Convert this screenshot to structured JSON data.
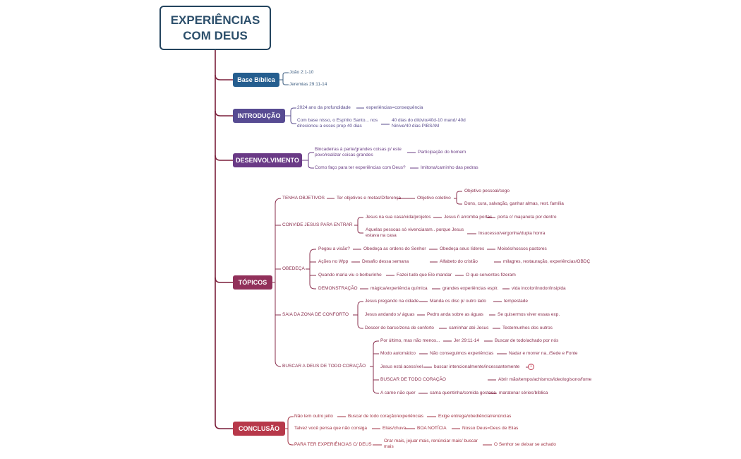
{
  "root": {
    "line1": "EXPERIÊNCIAS",
    "line2": "COM DEUS"
  },
  "branches": {
    "base": {
      "label": "Base Bíblica",
      "color": "#255e8f",
      "items": [
        "João 2:1-10",
        "Jeremias 29:11-14"
      ]
    },
    "intro": {
      "label": "INTRODUÇÃO",
      "color": "#574b92",
      "items": [
        "2024 ano da profundidade",
        "experiências=consequência",
        "Com base nisso, o Espírito Santo... nos",
        "direcionou a esses prop 40 dias",
        "40 dias do dilúvio/40d-10 mand/ 40d",
        "Ninive/40 dias PIBSAM"
      ]
    },
    "desenv": {
      "label": "DESENVOLVIMENTO",
      "color": "#6a3a86",
      "items": [
        "Bincadeiras à parte/grandes coisas p/ este",
        "povo/realizar coisas grandes",
        "Participação do homem",
        "Como faço para ter experiências com Deus?",
        "Imitona/caminho das pedras"
      ]
    },
    "topicos": {
      "label": "TÓPICOS",
      "color": "#91305a",
      "t1": {
        "label": "TENHA OBJETIVOS",
        "items": [
          "Ter objetivos e metas/Diferença",
          "Objetivo coletivo",
          "Objetivo pessoal/cego",
          "Dons, cura, salvação, ganhar almas, rest. família"
        ]
      },
      "t2": {
        "label": "CONVIDE JESUS PARA ENTRAR",
        "items": [
          "Jesus na sua casa/vida/projetos",
          "Jesus ñ arromba portas",
          "porta c/ maçaneta por dentro",
          "Aquelas pessoas só vivenciaram.. porque Jesus",
          "estava na casa",
          "Insucesso/vergonha/dupla honra"
        ]
      },
      "t3": {
        "label": "OBEDEÇA",
        "items": [
          "Pegou a visão?",
          "Obedeça as ordens do Senhor",
          "Obedeça seus líderes",
          "Moisés/nossos pastores",
          "Ações no Wpp",
          "Desafio dessa semana",
          "Alfabeto do cristão",
          "milagres, restauração, experiências/OBDÇ",
          "Quando maria viu o borburinho",
          "Fazei tudo que Ele mandar",
          "O que serventes fizeram",
          "DEMONSTRAÇÃO",
          "mágica/experiência química",
          "grandes experiências espir.",
          "vida incolor/inodor/insipida"
        ]
      },
      "t4": {
        "label": "SAIA DA ZONA DE CONFORTO",
        "items": [
          "Jesus pregando na cidade",
          "Manda os disc p/ outro lado",
          "tempestade",
          "Jesus andando s/ águas",
          "Pedro anda sobre as águas",
          "Se quisermos viver essas exp.",
          "Descer do barco/zona de conforto",
          "caminhar até Jesus",
          "Testemunhos dos outros"
        ]
      },
      "t5": {
        "label": "BUSCAR A DEUS DE TODO CORAÇÃO",
        "items": [
          "Por último, mas não menos...",
          "Jer 29:11-14",
          "Buscar de todo/achado por nós",
          "Modo automático",
          "Não conseguimos experiências",
          "Nadar e morrer na../Sede e Fonte",
          "Jesus está acessível",
          "buscar intencionalmente/incessantemente",
          "BUSCAR DE TODO CORAÇÃO",
          "Abrir mão/tempo/achismos/ideolog/sono/fome",
          "A carne não quer",
          "cama quentinha/comida gostosa",
          "maratonar séries/bíblica"
        ]
      }
    },
    "conclusao": {
      "label": "CONCLUSÃO",
      "color": "#b7384a",
      "items": [
        "Não tem outro jeito",
        "Buscar de todo coração/experiências",
        "Exige entrega/obediência/renúncias",
        "Talvez você pensa que não consiga",
        "Elias/chuva",
        "BOA NOTÍCIA",
        "Nosso Deus=Deus de Elias",
        "PARA TER EXPERIÊNCIAS C/ DEUS",
        "Orar mais, jejuar mais, renúnciar mais/ buscar",
        "mais",
        "O Senhor se deixar se achado"
      ]
    }
  },
  "info_icon_glyph": "1",
  "colors": {
    "trunk": "#7a1f3a",
    "root_border": "#24445e"
  }
}
